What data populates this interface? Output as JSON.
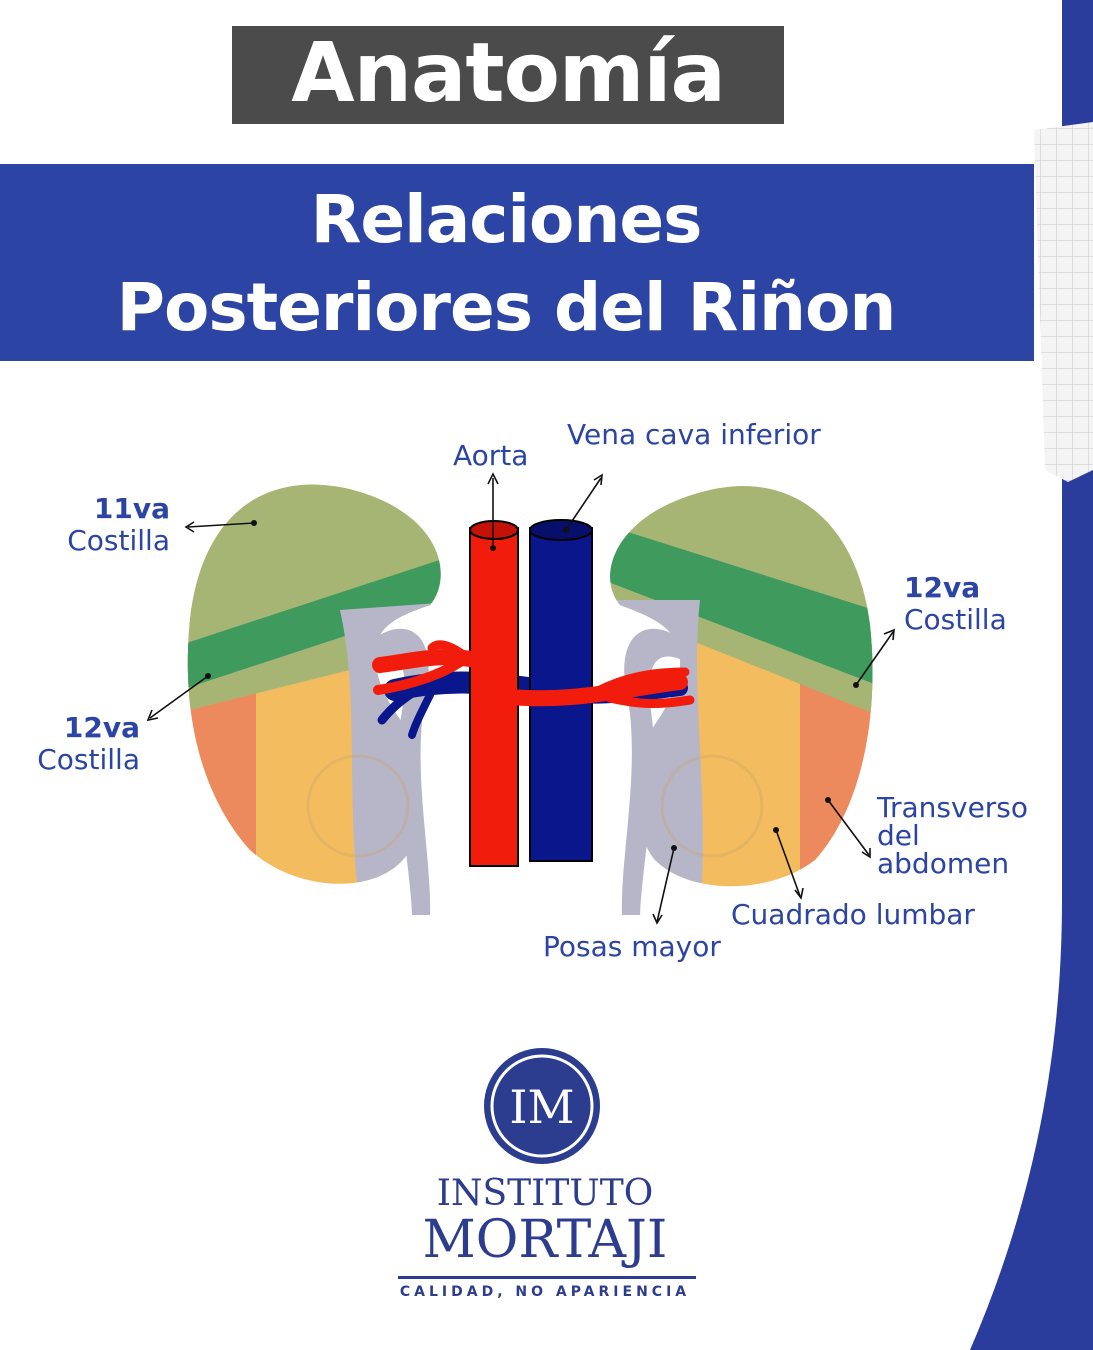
{
  "header": {
    "tag": "Anatomía",
    "title_line1": "Relaciones",
    "title_line2": "Posteriores del Riñon"
  },
  "labels": {
    "aorta": "Aorta",
    "vena_cava": "Vena cava inferior",
    "left_11_num": "11va",
    "left_11_word": "Costilla",
    "left_12_num": "12va",
    "left_12_word": "Costilla",
    "right_12_num": "12va",
    "right_12_word": "Costilla",
    "transverso_1": "Transverso",
    "transverso_2": "del",
    "transverso_3": "abdomen",
    "cuadrado": "Cuadrado lumbar",
    "psoas": "Posas mayor"
  },
  "logo": {
    "monogram": "IM",
    "line1": "INSTITUTO",
    "line2": "MORTAJI",
    "tagline": "CALIDAD, NO APARIENCIA"
  },
  "colors": {
    "brand_blue": "#2c44a4",
    "aorta": "#f21c0c",
    "vena_cava": "#0a168c",
    "rib_light": "#a7b574",
    "rib_dark": "#3f9a5e",
    "quadratus": "#f3bd5f",
    "transversus": "#ec8a5d",
    "psoas": "#b7b6c8"
  }
}
